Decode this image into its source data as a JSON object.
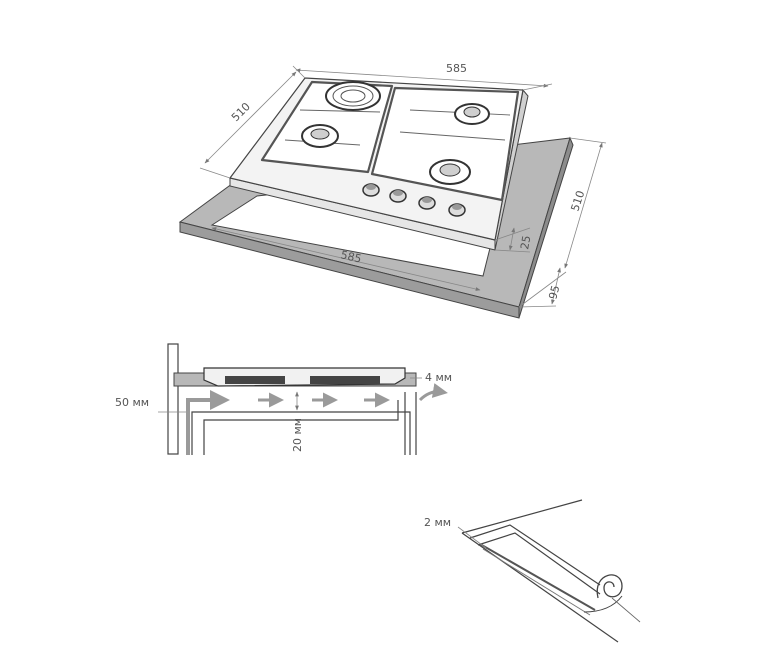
{
  "diagram": {
    "top_view": {
      "hob_width_label": "585",
      "hob_depth_label": "510",
      "cutout_width_label": "585",
      "cutout_depth_label": "510",
      "hob_height_label": "25",
      "rear_gap_label": "95"
    },
    "section_view": {
      "ventilation_gap_label": "50 мм",
      "air_gap_label": "20 мм",
      "rear_gap_label": "4 мм"
    },
    "seal_view": {
      "seal_thickness_label": "2 мм"
    },
    "colors": {
      "line": "#444444",
      "countertop": "#b8b8b8",
      "arrow": "#9a9a9a",
      "hob_top": "#f3f3f3"
    }
  }
}
